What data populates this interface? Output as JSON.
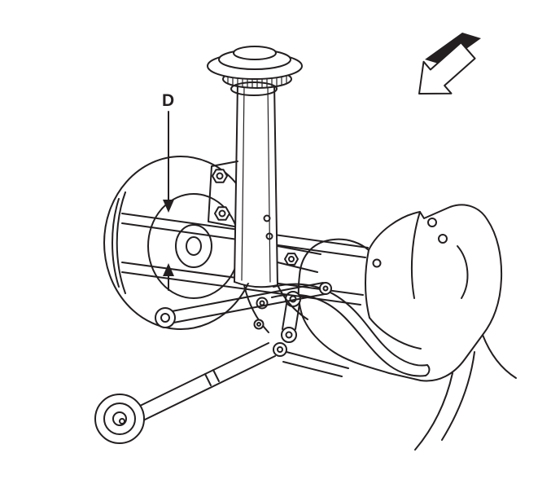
{
  "page": {
    "background": "#ffffff"
  },
  "figure": {
    "kind": "technical-line-drawing",
    "ink_color": "#231f20",
    "callout": {
      "label": "D"
    },
    "icons": {
      "direction_arrow": "view-direction-arrow",
      "dimension_down_arrow": "down-arrow",
      "dimension_up_arrow": "up-arrow"
    },
    "depicted_parts": [
      "strut assembly",
      "strut mount and spring seat",
      "brake drum",
      "knuckle bracket bolts",
      "axle and lateral rods",
      "stabilizer shaft",
      "stabilizer link",
      "lateral link with bushing eye",
      "suspension crossmember"
    ]
  }
}
